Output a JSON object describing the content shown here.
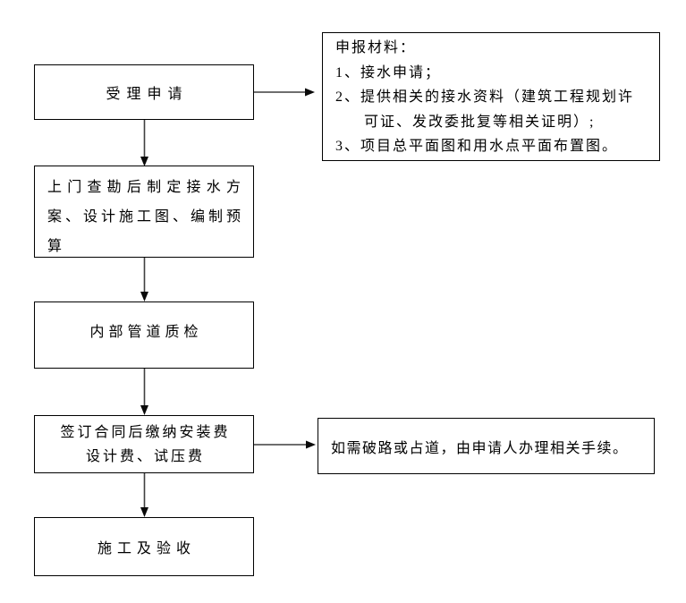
{
  "canvas": {
    "background": "#ffffff",
    "box_border_color": "#000000",
    "arrow_line_color": "#3f3f3f",
    "arrow_head_color": "#0a0a0a"
  },
  "steps": {
    "accept": {
      "label": "受理申请"
    },
    "survey": {
      "lines": [
        "上门查勘后制定接水方",
        "案、设计施工图、编制预",
        "算"
      ]
    },
    "inspect": {
      "label": "内部管道质检"
    },
    "contract": {
      "lines": [
        "签订合同后缴纳安装费",
        "设计费、试压费"
      ]
    },
    "build": {
      "label": "施工及验收"
    }
  },
  "notes": {
    "materials": {
      "lines": [
        "申报材料：",
        "1、接水申请；",
        "2、提供相关的接水资料（建筑工程规划许",
        "可证、发改委批复等相关证明）;",
        "3、项目总平面图和用水点平面布置图。"
      ]
    },
    "road": {
      "text": "如需破路或占道，由申请人办理相关手续。"
    }
  }
}
